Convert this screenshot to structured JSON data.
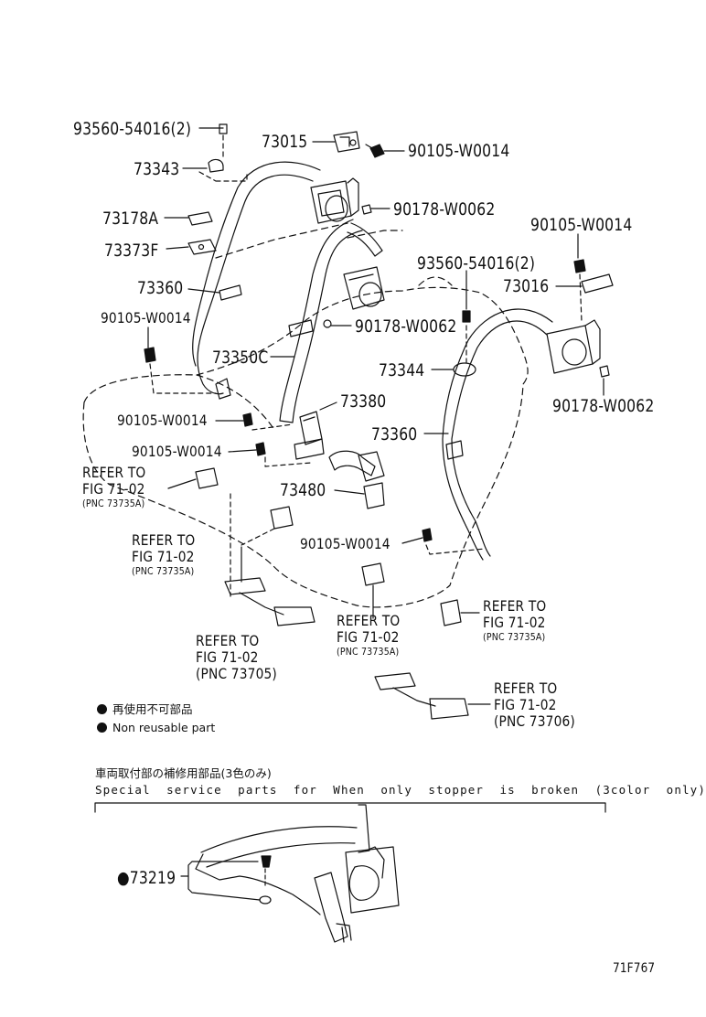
{
  "parts": {
    "p93560_top": "93560-54016(2)",
    "p73015": "73015",
    "p90105_top": "90105-W0014",
    "p73343": "73343",
    "p90178_top": "90178-W0062",
    "p73178A": "73178A",
    "p73373F": "73373F",
    "p90105_right": "90105-W0014",
    "p93560_mid": "93560-54016(2)",
    "p73016": "73016",
    "p73360_left": "73360",
    "p90105_left": "90105-W0014",
    "p90178_mid": "90178-W0062",
    "p73350C": "73350C",
    "p73344": "73344",
    "p90178_right": "90178-W0062",
    "p73380": "73380",
    "p90105_c1": "90105-W0014",
    "p73360_right": "73360",
    "p90105_c2": "90105-W0014",
    "p73480": "73480",
    "p90105_c3": "90105-W0014",
    "p73219": "●73219"
  },
  "refers": {
    "r1": {
      "l1": "REFER TO",
      "l2": "FIG 71-02",
      "l3": "(PNC 73735A)"
    },
    "r2": {
      "l1": "REFER TO",
      "l2": "FIG 71-02",
      "l3": "(PNC 73735A)"
    },
    "r3": {
      "l1": "REFER TO",
      "l2": "FIG 71-02",
      "l3": "(PNC 73705)"
    },
    "r4": {
      "l1": "REFER TO",
      "l2": "FIG 71-02",
      "l3": "(PNC 73735A)"
    },
    "r5": {
      "l1": "REFER TO",
      "l2": "FIG 71-02",
      "l3": "(PNC 73735A)"
    },
    "r6": {
      "l1": "REFER TO",
      "l2": "FIG 71-02",
      "l3": "(PNC 73706)"
    }
  },
  "legend": {
    "jp": "再使用不可部品",
    "en": "Non reusable part"
  },
  "special": {
    "jp": "車両取付部の補修用部品(3色のみ)",
    "en": "Special  service  parts  for  When  only  stopper  is  broken  (3color  only)"
  },
  "figure_code": "71F767"
}
